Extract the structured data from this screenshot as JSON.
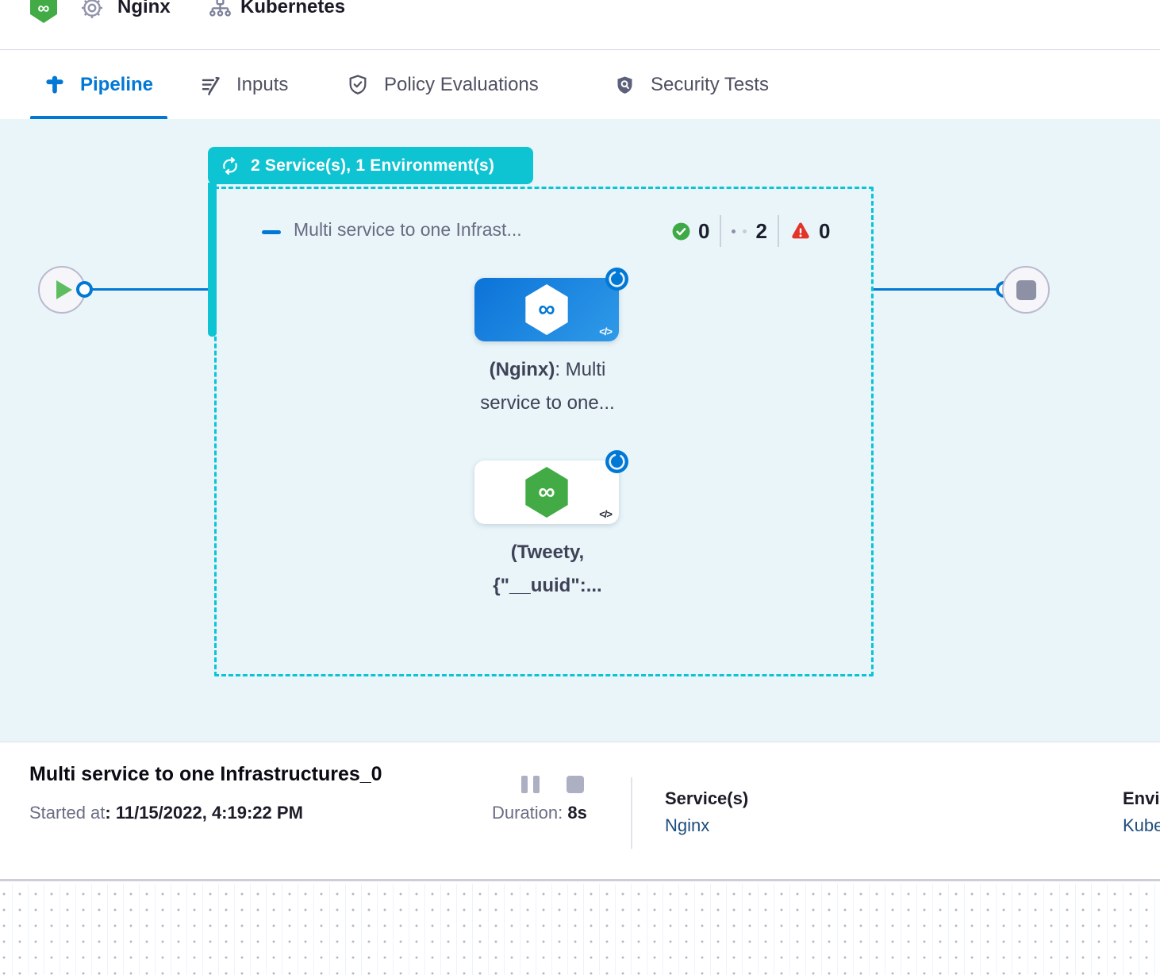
{
  "header": {
    "pipeline_name": "Nginx",
    "environment_name": "Kubernetes"
  },
  "tabs": [
    {
      "label": "Pipeline",
      "active": true
    },
    {
      "label": "Inputs",
      "active": false
    },
    {
      "label": "Policy Evaluations",
      "active": false
    },
    {
      "label": "Security Tests",
      "active": false
    }
  ],
  "canvas": {
    "group_badge_label": "2 Service(s), 1 Environment(s)",
    "stage": {
      "title": "Multi service to one Infrast...",
      "success_count": "0",
      "running_count": "2",
      "failed_count": "0"
    },
    "nodes": [
      {
        "label_bold": "(Nginx)",
        "label_after": ": Multi",
        "label_line2": "service to one..."
      },
      {
        "label_line1": "(Tweety,",
        "label_line2": "{\"__uuid\":..."
      }
    ]
  },
  "footer": {
    "title": "Multi service to one Infrastructures_0",
    "started_label": "Started at",
    "started_value": ": 11/15/2022, 4:19:22 PM",
    "duration_label": "Duration:",
    "duration_value": "8s",
    "services_label": "Service(s)",
    "services_value": "Nginx",
    "environments_label": "Environment(s)",
    "environments_value": "Kubernetes"
  },
  "icons": {
    "infinity_glyph": "∞",
    "code_glyph": "</>"
  },
  "colors": {
    "accent_blue": "#0278d5",
    "teal": "#0fc4d2",
    "success_green": "#3eaa47",
    "error_red": "#e3342a",
    "link_navy": "#1d4e7e",
    "canvas_bg": "#e9f5f9",
    "node_blue": "#1b86e0",
    "service_green": "#42ab45"
  }
}
